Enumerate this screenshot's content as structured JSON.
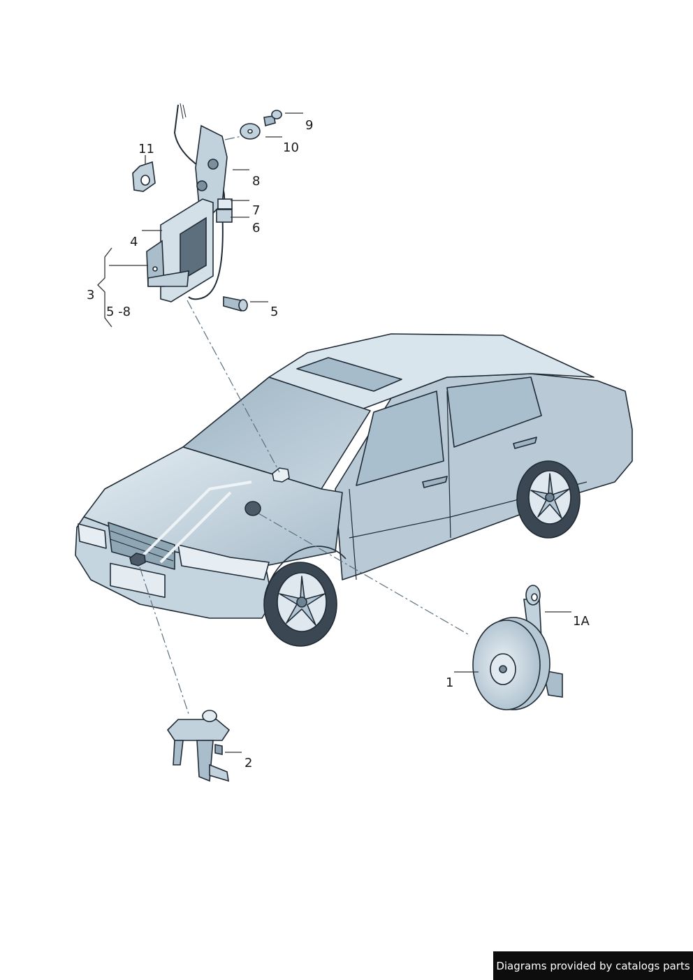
{
  "callouts": {
    "c1": "1",
    "c1a": "1A",
    "c2": "2",
    "c3": "3",
    "c3_range": "5 -8",
    "c4": "4",
    "c5": "5",
    "c6": "6",
    "c7": "7",
    "c8": "8",
    "c9": "9",
    "c10": "10",
    "c11": "11"
  },
  "footer": {
    "credit": "Diagrams provided by catalogs parts"
  },
  "colors": {
    "outline": "#1f2a35",
    "car_body_light": "#d6e2ea",
    "car_body_mid": "#b7c9d5",
    "car_body_dark": "#8ea4b3",
    "part_fill": "#c2d2dc",
    "part_dark": "#5d6f7c",
    "leader": "#333333",
    "dashline": "#5a6f7d"
  }
}
